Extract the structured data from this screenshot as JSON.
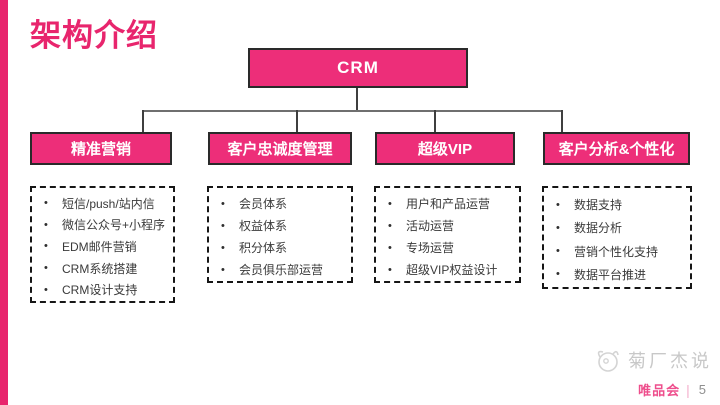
{
  "page": {
    "title": "架构介绍"
  },
  "colors": {
    "accent_pink": "#E8256D",
    "node_fill": "#ED2E79",
    "node_border": "#2a2a2a",
    "connector": "#6f6f6f",
    "list_text": "#3a3a3a",
    "watermark_gray": "#c8c8c8",
    "brand_pink": "#EE4E8C"
  },
  "icons": {
    "bullet": "•"
  },
  "diagram": {
    "root_label": "CRM",
    "branches": [
      {
        "label": "精准营销",
        "items": [
          "短信/push/站内信",
          "微信公众号+小程序",
          "EDM邮件营销",
          "CRM系统搭建",
          "CRM设计支持"
        ]
      },
      {
        "label": "客户忠诚度管理",
        "items": [
          "会员体系",
          "权益体系",
          "积分体系",
          "会员俱乐部运营"
        ]
      },
      {
        "label": "超级VIP",
        "items": [
          "用户和产品运营",
          "活动运营",
          "专场运营",
          "超级VIP权益设计"
        ]
      },
      {
        "label": "客户分析&个性化",
        "items": [
          "数据支持",
          "数据分析",
          "营销个性化支持",
          "数据平台推进"
        ]
      }
    ]
  },
  "footer": {
    "watermark": "菊厂杰说",
    "brand": "唯品会",
    "divider": "|",
    "page_number": "5"
  }
}
